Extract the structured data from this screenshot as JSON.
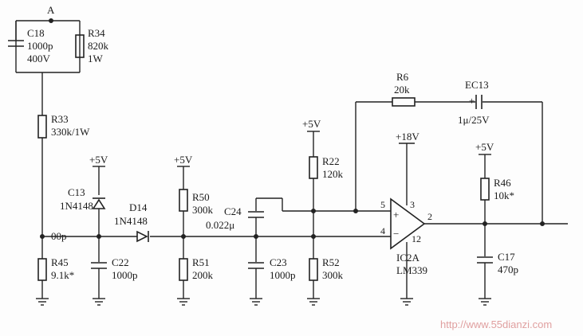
{
  "node_a": "A",
  "c18": {
    "ref": "C18",
    "v1": "1000p",
    "v2": "400V"
  },
  "r34": {
    "ref": "R34",
    "v1": "820k",
    "v2": "1W"
  },
  "r33": {
    "ref": "R33",
    "value": "330k/1W"
  },
  "c13": {
    "ref": "C13",
    "value": "1N4148"
  },
  "d14": {
    "ref": "D14",
    "value": "1N4148"
  },
  "r45": {
    "ref": "R45",
    "value": "9.1k*"
  },
  "c22": {
    "ref": "C22",
    "value": "1000p"
  },
  "r50": {
    "ref": "R50",
    "value": "300k"
  },
  "r51": {
    "ref": "R51",
    "value": "200k"
  },
  "c24": {
    "ref": "C24",
    "value": "0.022μ"
  },
  "c23": {
    "ref": "C23",
    "value": "1000p"
  },
  "r22": {
    "ref": "R22",
    "value": "120k"
  },
  "r52": {
    "ref": "R52",
    "value": "300k"
  },
  "r6": {
    "ref": "R6",
    "value": "20k"
  },
  "ec13": {
    "ref": "EC13",
    "value": "1μ/25V"
  },
  "r46": {
    "ref": "R46",
    "value": "10k*"
  },
  "c17": {
    "ref": "C17",
    "value": "470p"
  },
  "ic": {
    "ref": "IC2A",
    "part": "LM339",
    "pin_plus": "5",
    "pin_minus": "4",
    "pin_vcc": "3",
    "pin_gnd": "12",
    "pin_out": "2",
    "plus_sign": "+",
    "minus_sign": "−"
  },
  "rails": {
    "p5": "+5V",
    "p18": "+18V"
  },
  "net_00p": "00p",
  "watermark": "http://www.55dianzi.com"
}
